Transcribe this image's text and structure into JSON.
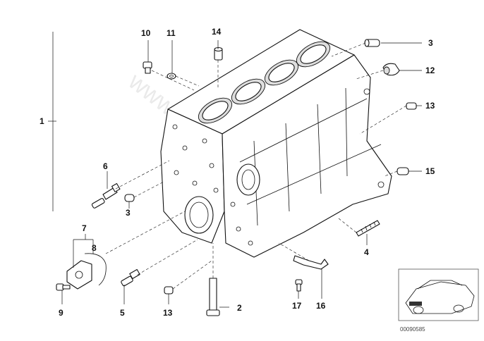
{
  "diagram": {
    "callouts": [
      {
        "id": "1",
        "label": "1"
      },
      {
        "id": "2",
        "label": "2"
      },
      {
        "id": "3a",
        "label": "3"
      },
      {
        "id": "3b",
        "label": "3"
      },
      {
        "id": "4",
        "label": "4"
      },
      {
        "id": "5",
        "label": "5"
      },
      {
        "id": "6",
        "label": "6"
      },
      {
        "id": "7",
        "label": "7"
      },
      {
        "id": "8",
        "label": "8"
      },
      {
        "id": "9",
        "label": "9"
      },
      {
        "id": "10",
        "label": "10"
      },
      {
        "id": "11",
        "label": "11"
      },
      {
        "id": "12",
        "label": "12"
      },
      {
        "id": "13a",
        "label": "13"
      },
      {
        "id": "13b",
        "label": "13"
      },
      {
        "id": "14",
        "label": "14"
      },
      {
        "id": "15",
        "label": "15"
      },
      {
        "id": "16",
        "label": "16"
      },
      {
        "id": "17",
        "label": "17"
      }
    ],
    "watermark": "www.BMWfans.pl",
    "thumbnail_code": "00090585"
  },
  "colors": {
    "line": "#111111",
    "watermark": "#d9d9d9",
    "background": "#ffffff"
  }
}
